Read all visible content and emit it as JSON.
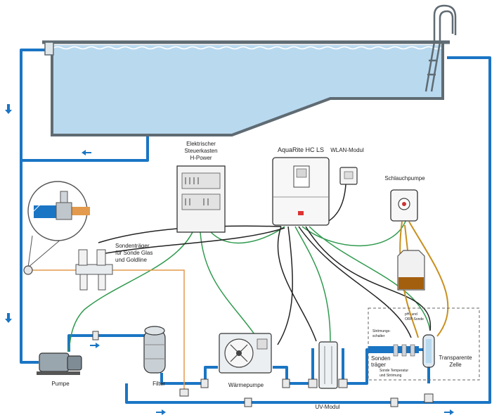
{
  "labels": {
    "control_box": [
      "Elektrischer",
      "Steuerkasten",
      "H-Power"
    ],
    "controller": "AquaRite HC LS",
    "wifi": "WLAN-Modul",
    "peristaltic": "Schlauchpumpe",
    "sensor_holder_top": [
      "Sondenträger",
      "für Sonde Glas",
      "und Goldline"
    ],
    "pump": "Pumpe",
    "filter": "Filter",
    "heatpump": "Wärmepumpe",
    "uv": "UV-Modul",
    "sensor_holder_bottom": [
      "Sonden",
      "träger"
    ],
    "cell": [
      "Transparente",
      "Zelle"
    ],
    "small_orp": [
      "pH- und",
      "ORP-Sonde"
    ],
    "small_flow": [
      "Strömungs-",
      "schalter"
    ],
    "small_temp": [
      "Sonde Temperatur",
      "und Strömung"
    ]
  },
  "colors": {
    "pipe": "#1a75c4",
    "pool_water": "#b9d9ef",
    "pool_wall": "#5f6b73",
    "cable_green": "#2f9a4e",
    "cable_dark": "#222222",
    "cable_gold": "#c8901e",
    "acid": "#a45f0e",
    "orange_line": "#e39a4c"
  }
}
